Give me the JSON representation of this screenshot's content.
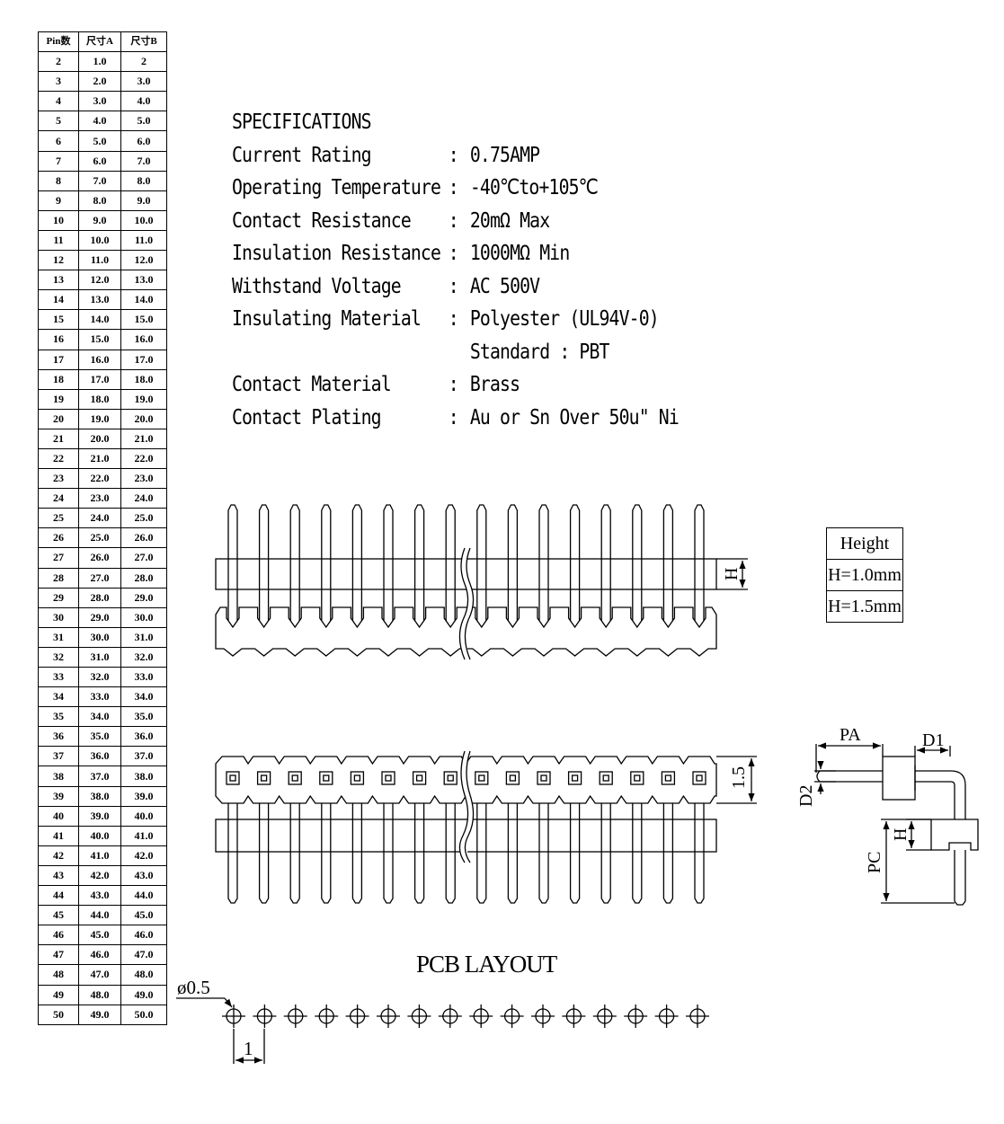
{
  "pin_table": {
    "headers": [
      "Pin数",
      "尺寸A",
      "尺寸B"
    ],
    "rows": [
      [
        "2",
        "1.0",
        "2"
      ],
      [
        "3",
        "2.0",
        "3.0"
      ],
      [
        "4",
        "3.0",
        "4.0"
      ],
      [
        "5",
        "4.0",
        "5.0"
      ],
      [
        "6",
        "5.0",
        "6.0"
      ],
      [
        "7",
        "6.0",
        "7.0"
      ],
      [
        "8",
        "7.0",
        "8.0"
      ],
      [
        "9",
        "8.0",
        "9.0"
      ],
      [
        "10",
        "9.0",
        "10.0"
      ],
      [
        "11",
        "10.0",
        "11.0"
      ],
      [
        "12",
        "11.0",
        "12.0"
      ],
      [
        "13",
        "12.0",
        "13.0"
      ],
      [
        "14",
        "13.0",
        "14.0"
      ],
      [
        "15",
        "14.0",
        "15.0"
      ],
      [
        "16",
        "15.0",
        "16.0"
      ],
      [
        "17",
        "16.0",
        "17.0"
      ],
      [
        "18",
        "17.0",
        "18.0"
      ],
      [
        "19",
        "18.0",
        "19.0"
      ],
      [
        "20",
        "19.0",
        "20.0"
      ],
      [
        "21",
        "20.0",
        "21.0"
      ],
      [
        "22",
        "21.0",
        "22.0"
      ],
      [
        "23",
        "22.0",
        "23.0"
      ],
      [
        "24",
        "23.0",
        "24.0"
      ],
      [
        "25",
        "24.0",
        "25.0"
      ],
      [
        "26",
        "25.0",
        "26.0"
      ],
      [
        "27",
        "26.0",
        "27.0"
      ],
      [
        "28",
        "27.0",
        "28.0"
      ],
      [
        "29",
        "28.0",
        "29.0"
      ],
      [
        "30",
        "29.0",
        "30.0"
      ],
      [
        "31",
        "30.0",
        "31.0"
      ],
      [
        "32",
        "31.0",
        "32.0"
      ],
      [
        "33",
        "32.0",
        "33.0"
      ],
      [
        "34",
        "33.0",
        "34.0"
      ],
      [
        "35",
        "34.0",
        "35.0"
      ],
      [
        "36",
        "35.0",
        "36.0"
      ],
      [
        "37",
        "36.0",
        "37.0"
      ],
      [
        "38",
        "37.0",
        "38.0"
      ],
      [
        "39",
        "38.0",
        "39.0"
      ],
      [
        "40",
        "39.0",
        "40.0"
      ],
      [
        "41",
        "40.0",
        "41.0"
      ],
      [
        "42",
        "41.0",
        "42.0"
      ],
      [
        "43",
        "42.0",
        "43.0"
      ],
      [
        "44",
        "43.0",
        "44.0"
      ],
      [
        "45",
        "44.0",
        "45.0"
      ],
      [
        "46",
        "45.0",
        "46.0"
      ],
      [
        "47",
        "46.0",
        "47.0"
      ],
      [
        "48",
        "47.0",
        "48.0"
      ],
      [
        "49",
        "48.0",
        "49.0"
      ],
      [
        "50",
        "49.0",
        "50.0"
      ]
    ]
  },
  "specifications": {
    "title": "SPECIFICATIONS",
    "items": [
      {
        "label": "Current Rating",
        "value": "0.75AMP"
      },
      {
        "label": "Operating Temperature",
        "value": "-40℃to+105℃"
      },
      {
        "label": "Contact Resistance",
        "value": "20mΩ Max"
      },
      {
        "label": "Insulation Resistance",
        "value": "1000MΩ Min"
      },
      {
        "label": "Withstand Voltage",
        "value": "AC 500V"
      },
      {
        "label": "Insulating Material",
        "value": "Polyester (UL94V-0)"
      },
      {
        "label": "",
        "value": "Standard : PBT"
      },
      {
        "label": "Contact Material",
        "value": "Brass"
      },
      {
        "label": "Contact Plating",
        "value": "Au or Sn Over 50u\" Ni"
      }
    ]
  },
  "height_table": {
    "header": "Height",
    "rows": [
      "H=1.0mm",
      "H=1.5mm"
    ]
  },
  "drawing": {
    "pin_count": 16,
    "labels": {
      "height_dim": "H",
      "pitch_dim": "1.5",
      "pa": "PA",
      "d1": "D1",
      "d2": "D2",
      "pc": "PC",
      "side_h": "H",
      "hole_dia": "ø0.5",
      "pitch": "1"
    }
  },
  "pcb_layout": {
    "title": "PCB LAYOUT",
    "hole_count": 16
  }
}
